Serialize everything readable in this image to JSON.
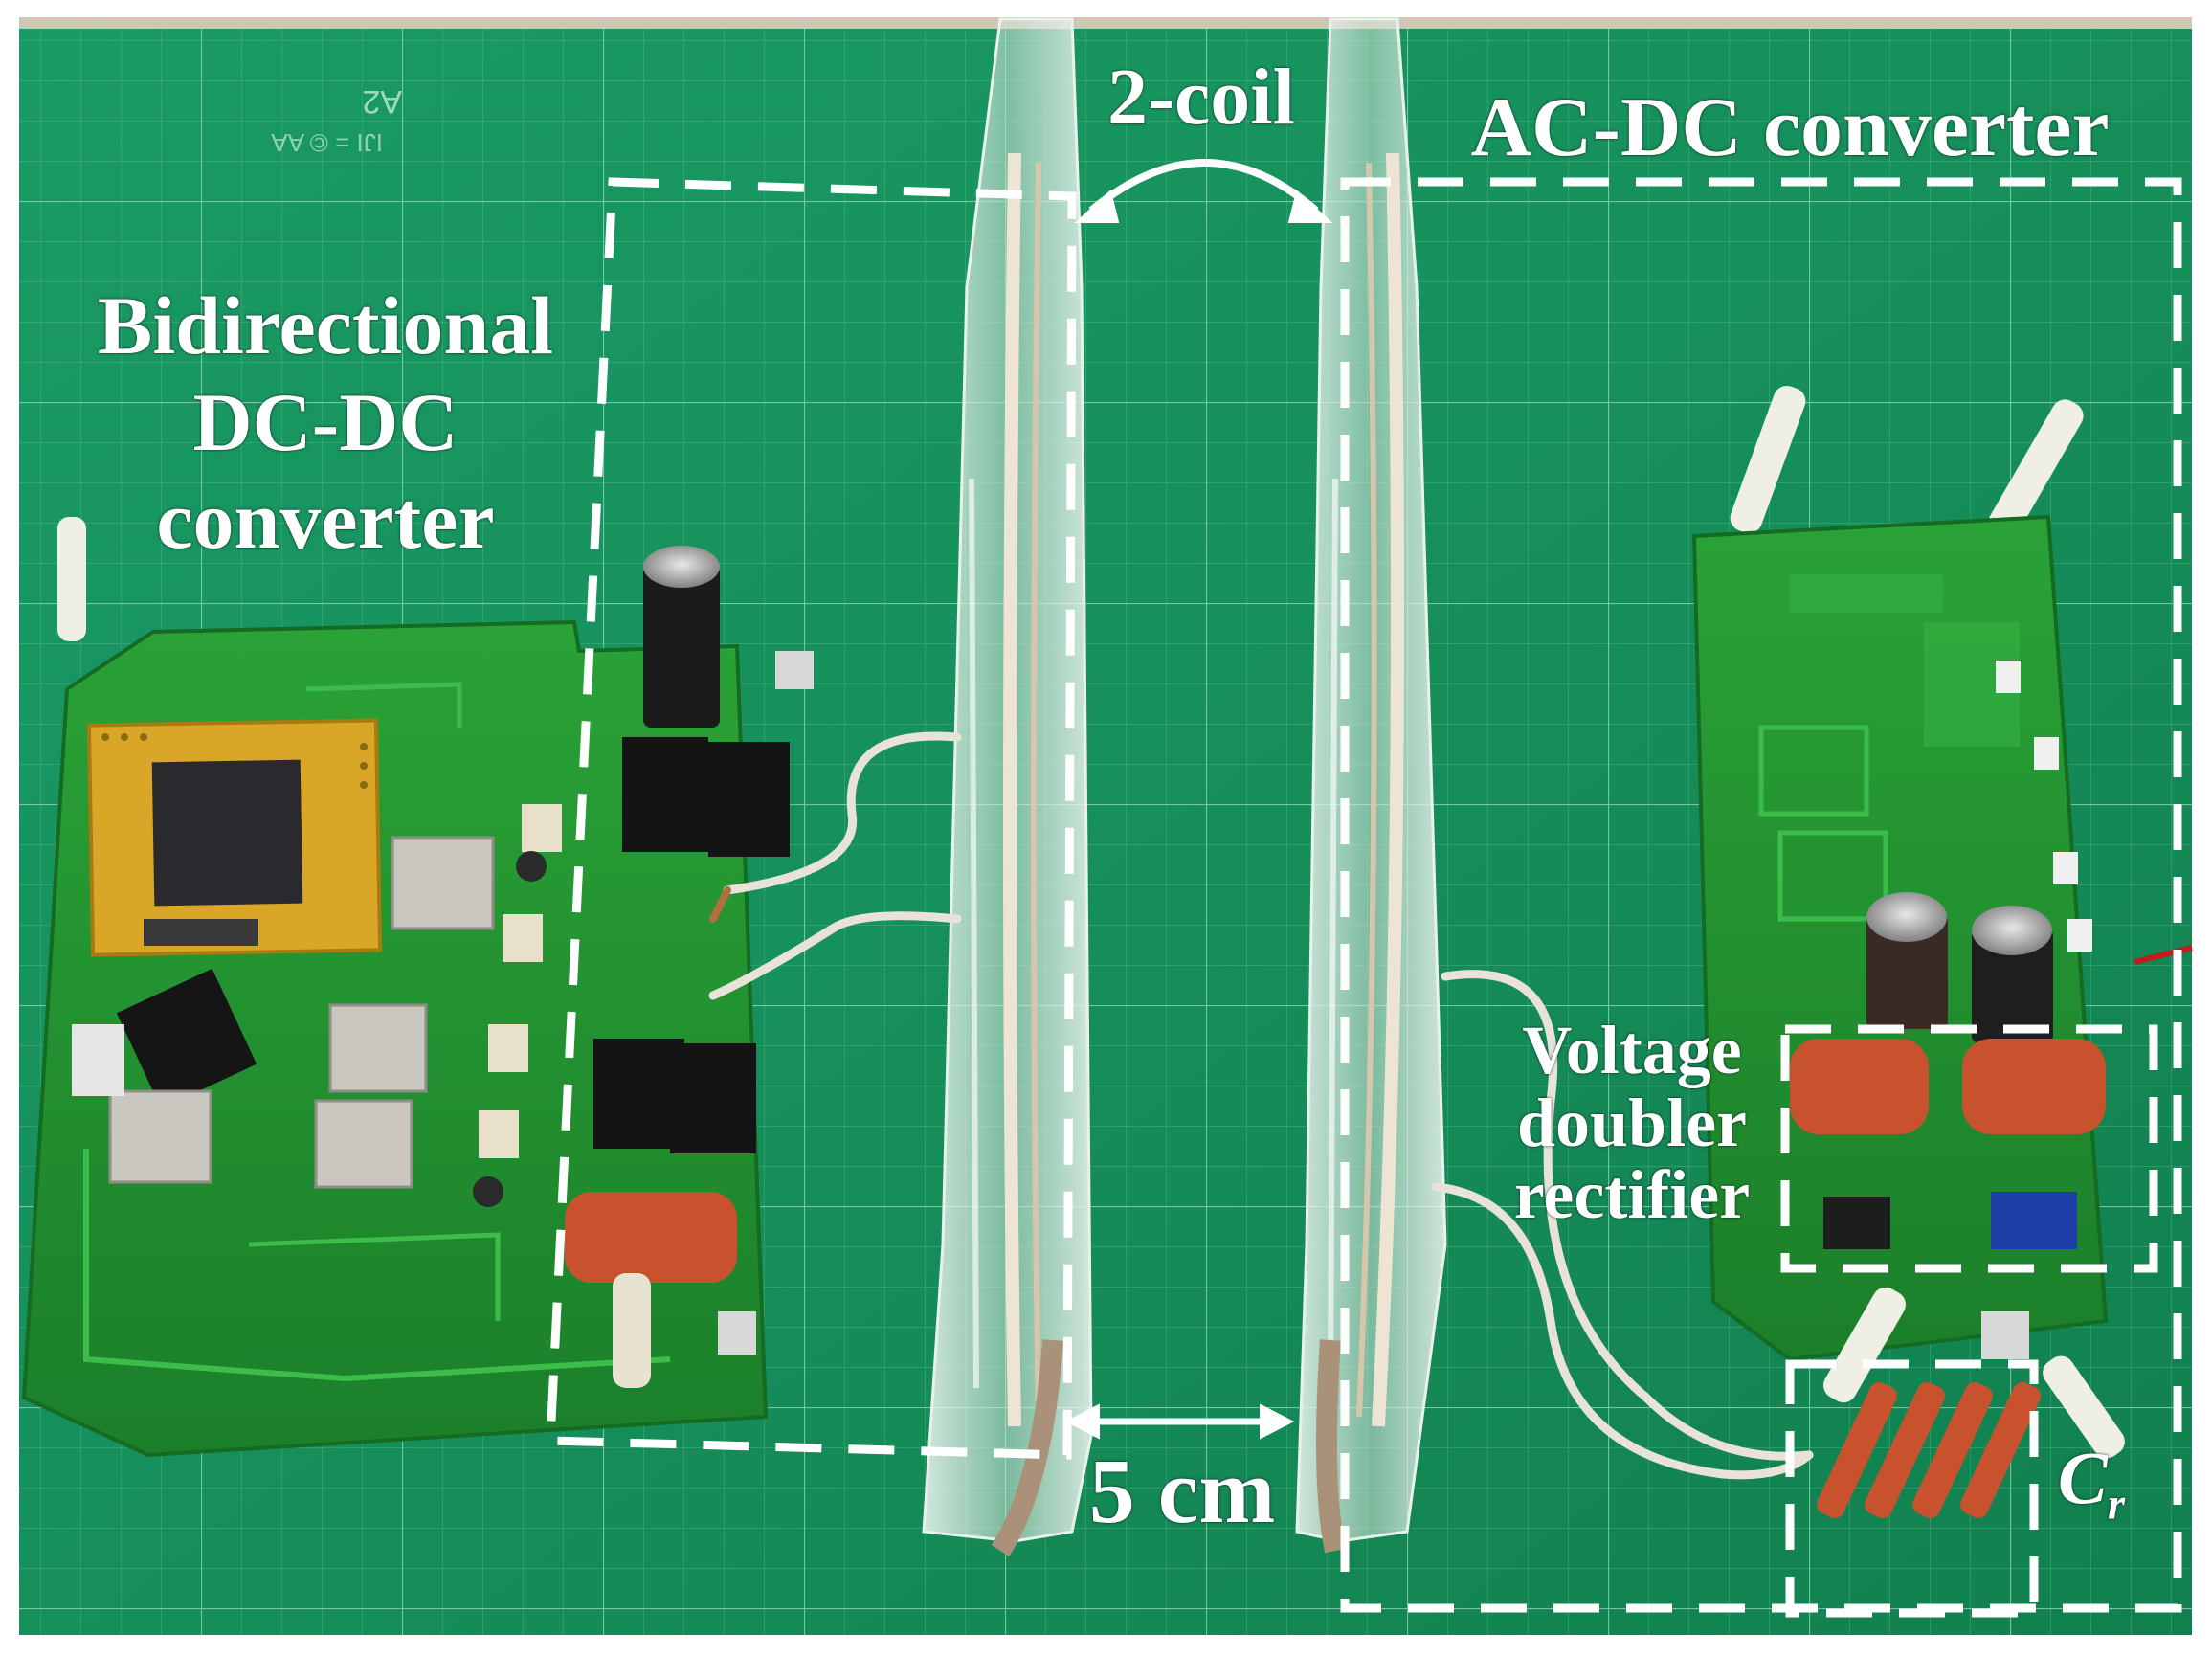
{
  "labels": {
    "bidirectional": [
      "Bidirectional",
      "DC-DC",
      "converter"
    ],
    "two_coil": "2-coil",
    "ac_dc": "AC-DC converter",
    "voltage_doubler": [
      "Voltage",
      "doubler",
      "rectifier"
    ],
    "distance": "5 cm",
    "cr_main": "C",
    "cr_sub": "r"
  },
  "colors": {
    "mat_green": "#17905c",
    "mat_dark": "#0f7048",
    "grid_line": "#6fc9a3",
    "pcb_green": "#1e8a2e",
    "pcb_light": "#2fa33a",
    "acrylic": "#dfe8e2",
    "heatsink": "#1a1a1a",
    "capacitor_red": "#c8512e",
    "mcu_board": "#d9a628",
    "dashed_box": "#ffffff",
    "label_text": "#ffffff"
  }
}
